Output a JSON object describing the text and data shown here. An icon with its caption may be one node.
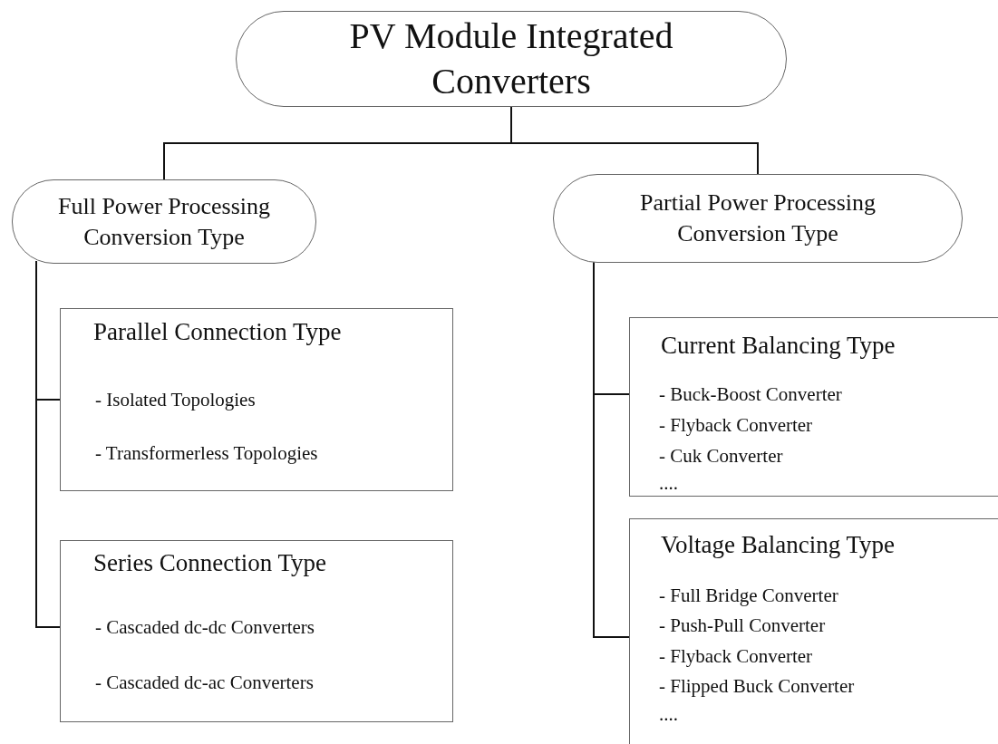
{
  "diagram": {
    "nodes": [
      {
        "text": [
          "PV Module Integrated Converters"
        ]
      },
      {
        "text": [
          "Full Power Processing Conversion Type"
        ]
      },
      {
        "text": [
          "Partial Power Processing Conversion Type"
        ]
      },
      {
        "text": [
          "Parallel Connection Type",
          "- Isolated Topologies",
          "- Transformerless Topologies"
        ]
      },
      {
        "text": [
          "Series Connection Type",
          "- Cascaded dc-dc Converters",
          "- Cascaded dc-ac Converters"
        ]
      },
      {
        "text": [
          "Current Balancing Type",
          "- Buck-Boost Converter",
          "- Flyback Converter",
          "- Cuk Converter",
          "...."
        ]
      },
      {
        "text": [
          "Voltage Balancing Type",
          "- Full Bridge Converter",
          "- Push-Pull Converter",
          "- Flyback Converter",
          "- Flipped Buck Converter",
          "...."
        ]
      }
    ],
    "edges": [
      {
        "from": 0,
        "to": 1,
        "arrow": "none"
      },
      {
        "from": 0,
        "to": 2,
        "arrow": "none"
      },
      {
        "from": 1,
        "to": 3,
        "arrow": "none"
      },
      {
        "from": 1,
        "to": 4,
        "arrow": "none"
      },
      {
        "from": 2,
        "to": 5,
        "arrow": "none"
      },
      {
        "from": 2,
        "to": 6,
        "arrow": "none"
      }
    ]
  }
}
